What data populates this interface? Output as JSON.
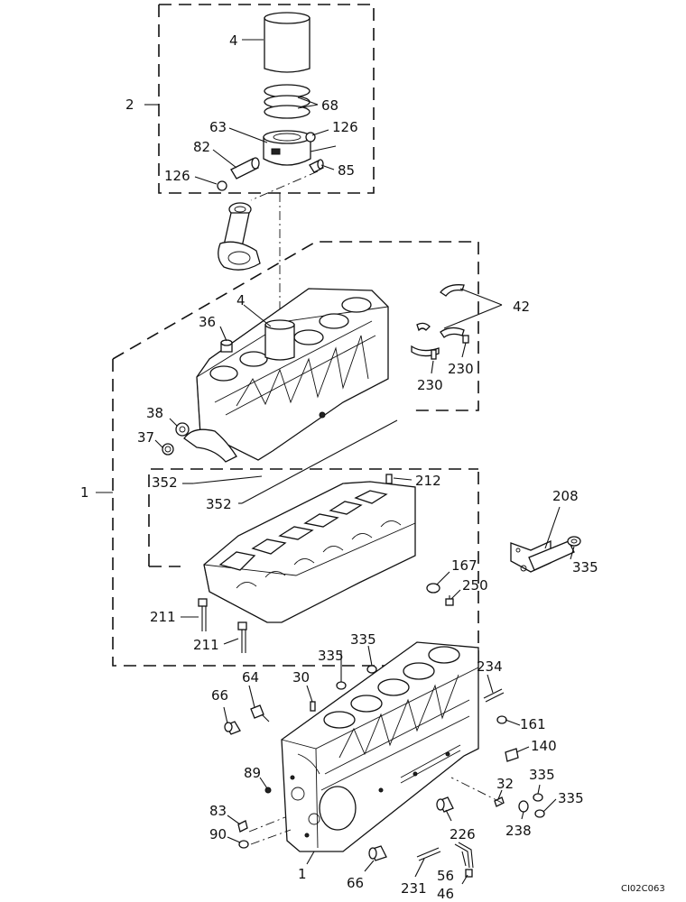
{
  "labels": {
    "l2": "2",
    "l4a": "4",
    "l68": "68",
    "l63": "63",
    "l126a": "126",
    "l82": "82",
    "l126b": "126",
    "l85": "85",
    "l42": "42",
    "l4b": "4",
    "l36": "36",
    "l230a": "230",
    "l230b": "230",
    "l38": "38",
    "l37": "37",
    "l1a": "1",
    "l352a": "352",
    "l352b": "352",
    "l212": "212",
    "l208": "208",
    "l335a": "335",
    "l167": "167",
    "l250": "250",
    "l211a": "211",
    "l211b": "211",
    "l335b": "335",
    "l335c": "335",
    "l234": "234",
    "l64": "64",
    "l30": "30",
    "l66a": "66",
    "l161": "161",
    "l140": "140",
    "l89": "89",
    "l32": "32",
    "l335d": "335",
    "l335e": "335",
    "l83": "83",
    "l238": "238",
    "l90": "90",
    "l226": "226",
    "l1b": "1",
    "l66b": "66",
    "l231": "231",
    "l56": "56",
    "l46": "46"
  },
  "drawing_code": "CI02C063"
}
